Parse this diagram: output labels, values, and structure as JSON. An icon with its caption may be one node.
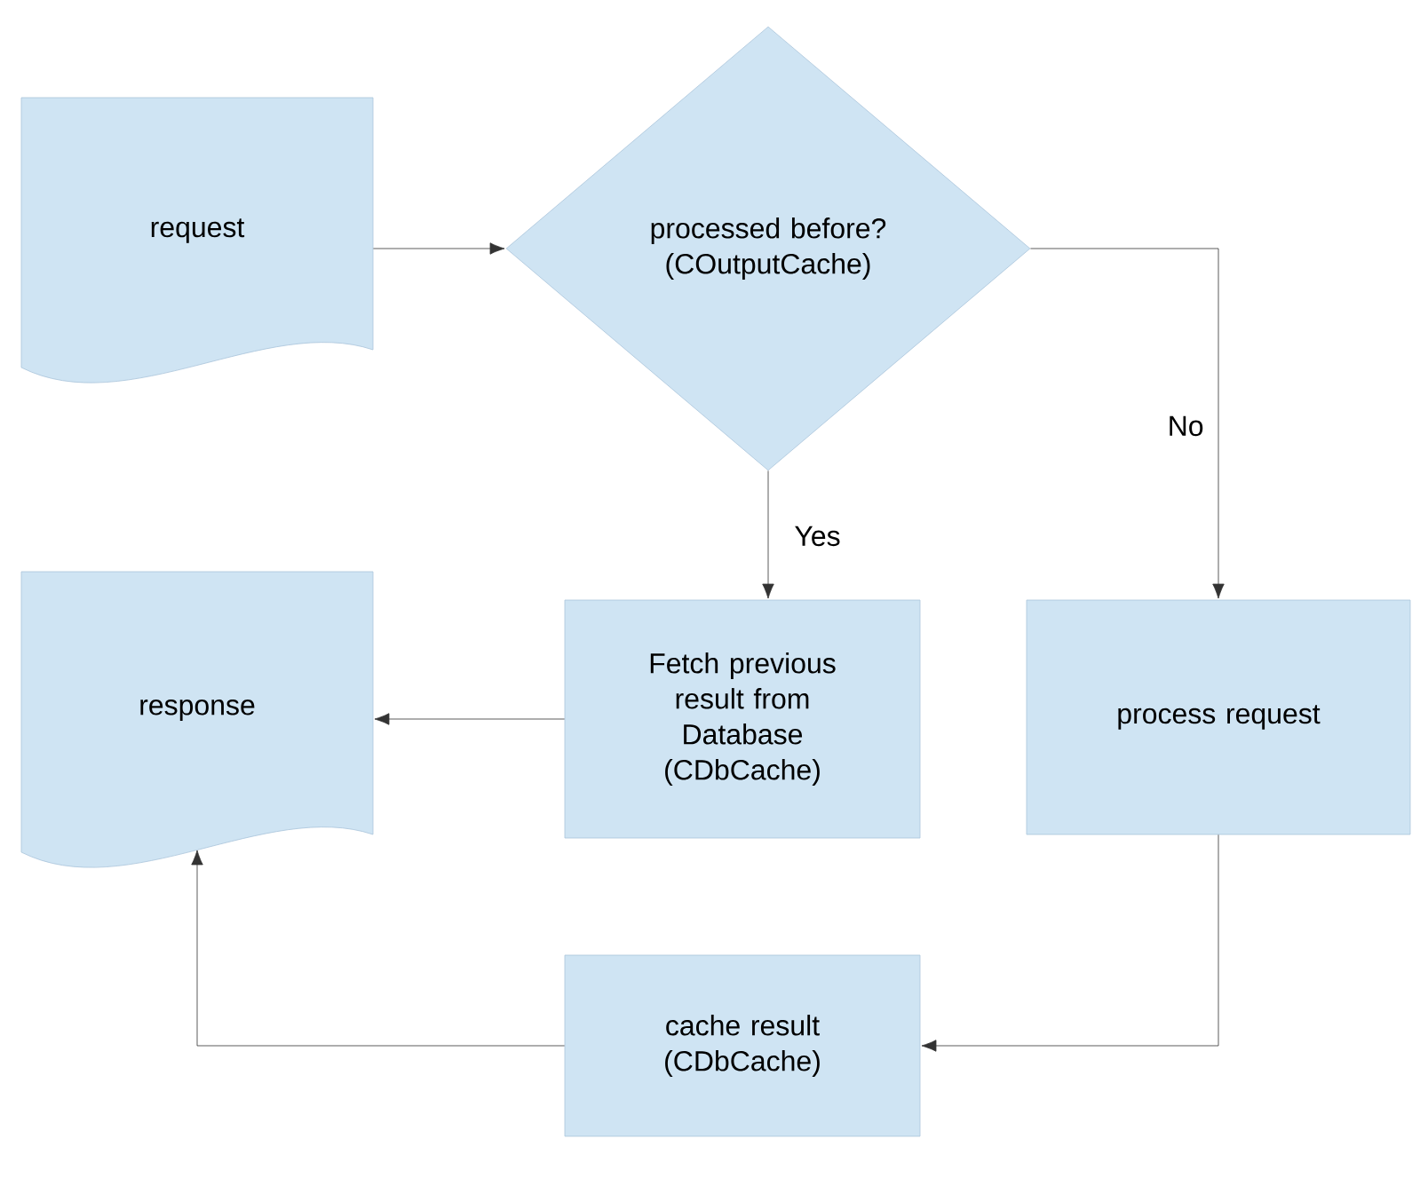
{
  "diagram": {
    "nodes": [
      {
        "text": [
          "request"
        ]
      },
      {
        "text": [
          "processed before? (COutputCache)"
        ]
      },
      {
        "text": [
          "response"
        ]
      },
      {
        "text": [
          "Fetch previous result from Database (CDbCache)"
        ]
      },
      {
        "text": [
          "process request"
        ]
      },
      {
        "text": [
          "cache result (CDbCache)"
        ]
      }
    ],
    "edges": [
      {
        "from": 0,
        "to": 1,
        "arrow": "to"
      },
      {
        "from": 1,
        "to": 3,
        "arrow": "to",
        "label": "Yes"
      },
      {
        "from": 1,
        "to": 4,
        "arrow": "to",
        "label": "No"
      },
      {
        "from": 3,
        "to": 2,
        "arrow": "to"
      },
      {
        "from": 4,
        "to": 5,
        "arrow": "to"
      },
      {
        "from": 5,
        "to": 2,
        "arrow": "to"
      }
    ]
  }
}
